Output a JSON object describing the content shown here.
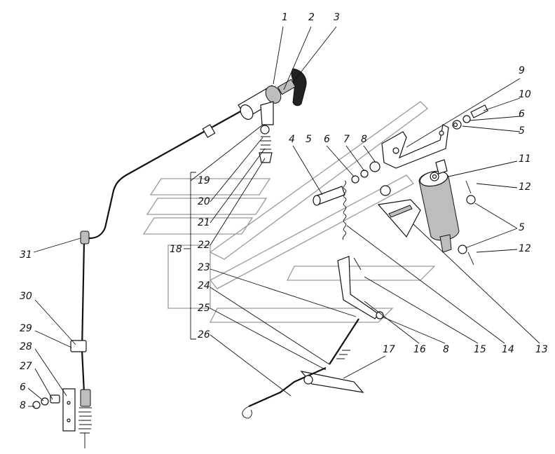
{
  "callouts": {
    "c1": "1",
    "c2": "2",
    "c3": "3",
    "c4": "4",
    "c5a": "5",
    "c5b": "5",
    "c5c": "5",
    "c6a": "6",
    "c6b": "6",
    "c6c": "6",
    "c7": "7",
    "c8a": "8",
    "c8b": "8",
    "c8c": "8",
    "c9": "9",
    "c10": "10",
    "c11": "11",
    "c12a": "12",
    "c12b": "12",
    "c13": "13",
    "c14": "14",
    "c15": "15",
    "c16": "16",
    "c17": "17",
    "c18": "18",
    "c19": "19",
    "c20": "20",
    "c21": "21",
    "c22": "22",
    "c23": "23",
    "c24": "24",
    "c25": "25",
    "c26": "26",
    "c27": "27",
    "c28": "28",
    "c29": "29",
    "c30": "30",
    "c31": "31"
  },
  "colors": {
    "ink": "#111111",
    "watermark": "#9a9a9a",
    "background": "#ffffff"
  }
}
